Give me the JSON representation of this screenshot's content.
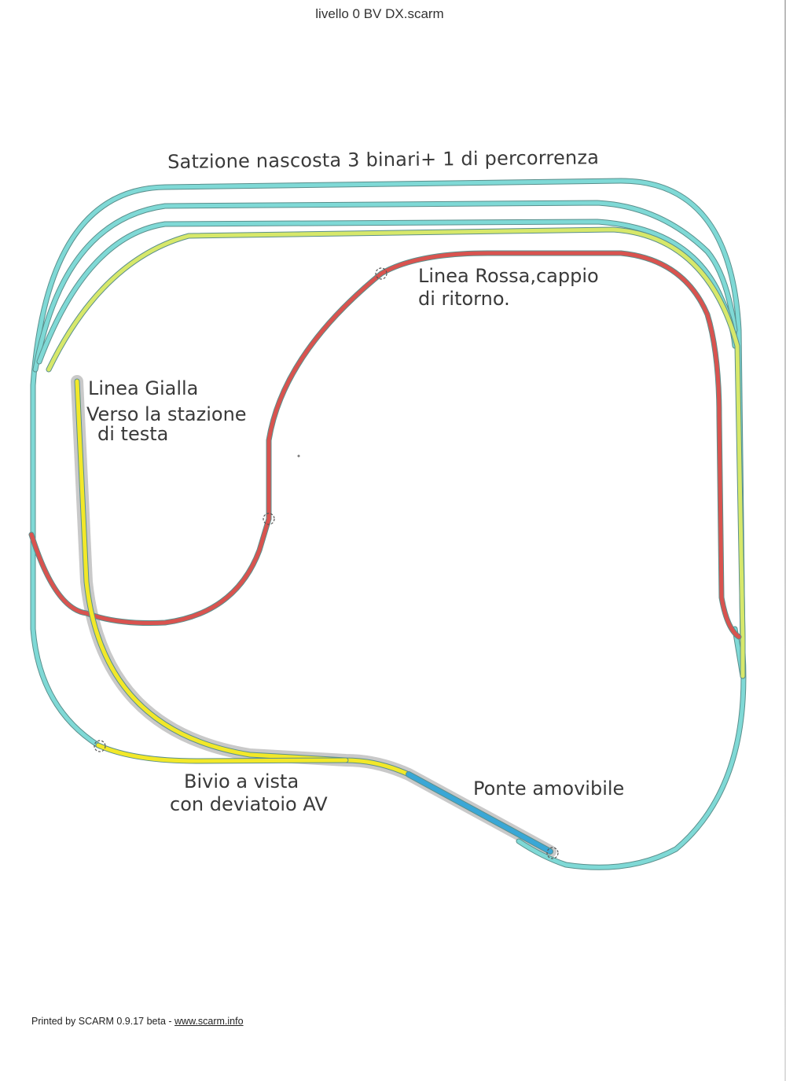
{
  "document": {
    "title": "livello 0 BV DX.scarm",
    "footer_text": "Printed by SCARM 0.9.17 beta - ",
    "footer_link": "www.scarm.info"
  },
  "annotations": {
    "hidden_station": "Satzione nascosta 3 binari+ 1 di percorrenza",
    "red_line_1": "Linea Rossa,cappio",
    "red_line_2": "di ritorno.",
    "yellow_line_1": "Linea Gialla",
    "yellow_line_2": "Verso la stazione",
    "yellow_line_3": "di testa",
    "junction_1": "Bivio a vista",
    "junction_2": "con deviatoio AV",
    "bridge": "Ponte amovibile"
  },
  "colors": {
    "cyan_track": "#7fd9d6",
    "red_track": "#d9534f",
    "yellow_green_track": "#d7e86a",
    "yellow_track": "#f2e829",
    "bridge_track": "#3aa7d6",
    "track_outline": "#5a8f8c",
    "shadow": "#c9c9c9"
  }
}
